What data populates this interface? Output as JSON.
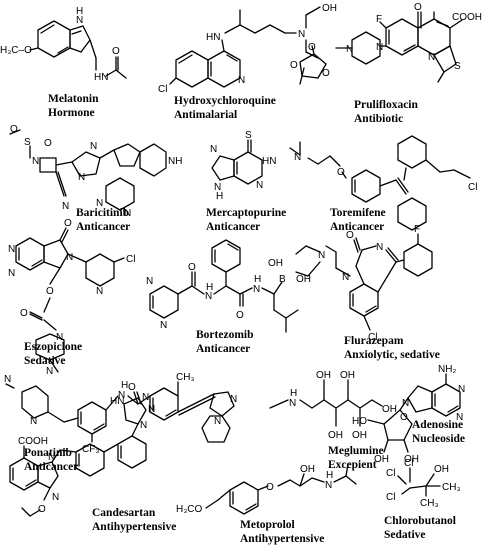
{
  "molecules": [
    {
      "name": "Melatonin",
      "category": "Hormone"
    },
    {
      "name": "Hydroxychloroquine",
      "category": "Antimalarial"
    },
    {
      "name": "Prulifloxacin",
      "category": "Antibiotic"
    },
    {
      "name": "Baricitinib",
      "category": "Anticancer"
    },
    {
      "name": "Mercaptopurine",
      "category": "Anticancer"
    },
    {
      "name": "Toremifene",
      "category": "Anticancer"
    },
    {
      "name": "Eszopiclone",
      "category": "Sedative"
    },
    {
      "name": "Bortezomib",
      "category": "Anticancer"
    },
    {
      "name": "Flurazepam",
      "category": "Anxiolytic, sedative"
    },
    {
      "name": "Ponatinib",
      "category": "Anticancer"
    },
    {
      "name": "Meglumine",
      "category": "Excepient"
    },
    {
      "name": "Adenosine",
      "category": "Nucleoside"
    },
    {
      "name": "Candesartan",
      "category": "Antihypertensive"
    },
    {
      "name": "Metoprolol",
      "category": "Antihypertensive"
    },
    {
      "name": "Chlorobutanol",
      "category": "Sedative"
    }
  ],
  "atoms": {
    "melatonin": [
      "H",
      "N",
      "H₃C–O",
      "HN",
      "O"
    ],
    "hydroxychloroquine": [
      "HN",
      "N",
      "OH",
      "Cl",
      "N"
    ],
    "prulifloxacin": [
      "F",
      "O",
      "COOH",
      "N",
      "S",
      "N",
      "N",
      "O",
      "O",
      "O"
    ],
    "baricitinib": [
      "O",
      "S",
      "O",
      "N",
      "N",
      "N",
      "N",
      "NH",
      "N",
      "N"
    ],
    "mercaptopurine": [
      "S",
      "HN",
      "N",
      "N",
      "N",
      "H"
    ],
    "toremifene": [
      "N",
      "O",
      "Cl"
    ],
    "eszopiclone": [
      "N",
      "N",
      "N",
      "O",
      "N",
      "Cl",
      "O",
      "O",
      "N",
      "N"
    ],
    "bortezomib": [
      "N",
      "N",
      "O",
      "H",
      "N",
      "O",
      "H",
      "N",
      "B",
      "OH",
      "OH"
    ],
    "flurazepam": [
      "F",
      "O",
      "N",
      "N",
      "N",
      "Cl"
    ],
    "ponatinib": [
      "N",
      "N",
      "H",
      "N",
      "O",
      "CF₃",
      "CH₃",
      "N",
      "N"
    ],
    "meglumine": [
      "OH",
      "OH",
      "OH",
      "H",
      "N",
      "OH",
      "OH"
    ],
    "adenosine": [
      "NH₂",
      "N",
      "N",
      "N",
      "HO",
      "O",
      "OH",
      "OH"
    ],
    "candesartan": [
      "COOH",
      "N",
      "N",
      "O",
      "HN",
      "N",
      "N",
      "N"
    ],
    "metoprolol": [
      "OH",
      "H",
      "N",
      "H₃CO",
      "O"
    ],
    "chlorobutanol": [
      "Cl",
      "Cl",
      "Cl",
      "OH",
      "CH₃",
      "CH₃"
    ]
  }
}
